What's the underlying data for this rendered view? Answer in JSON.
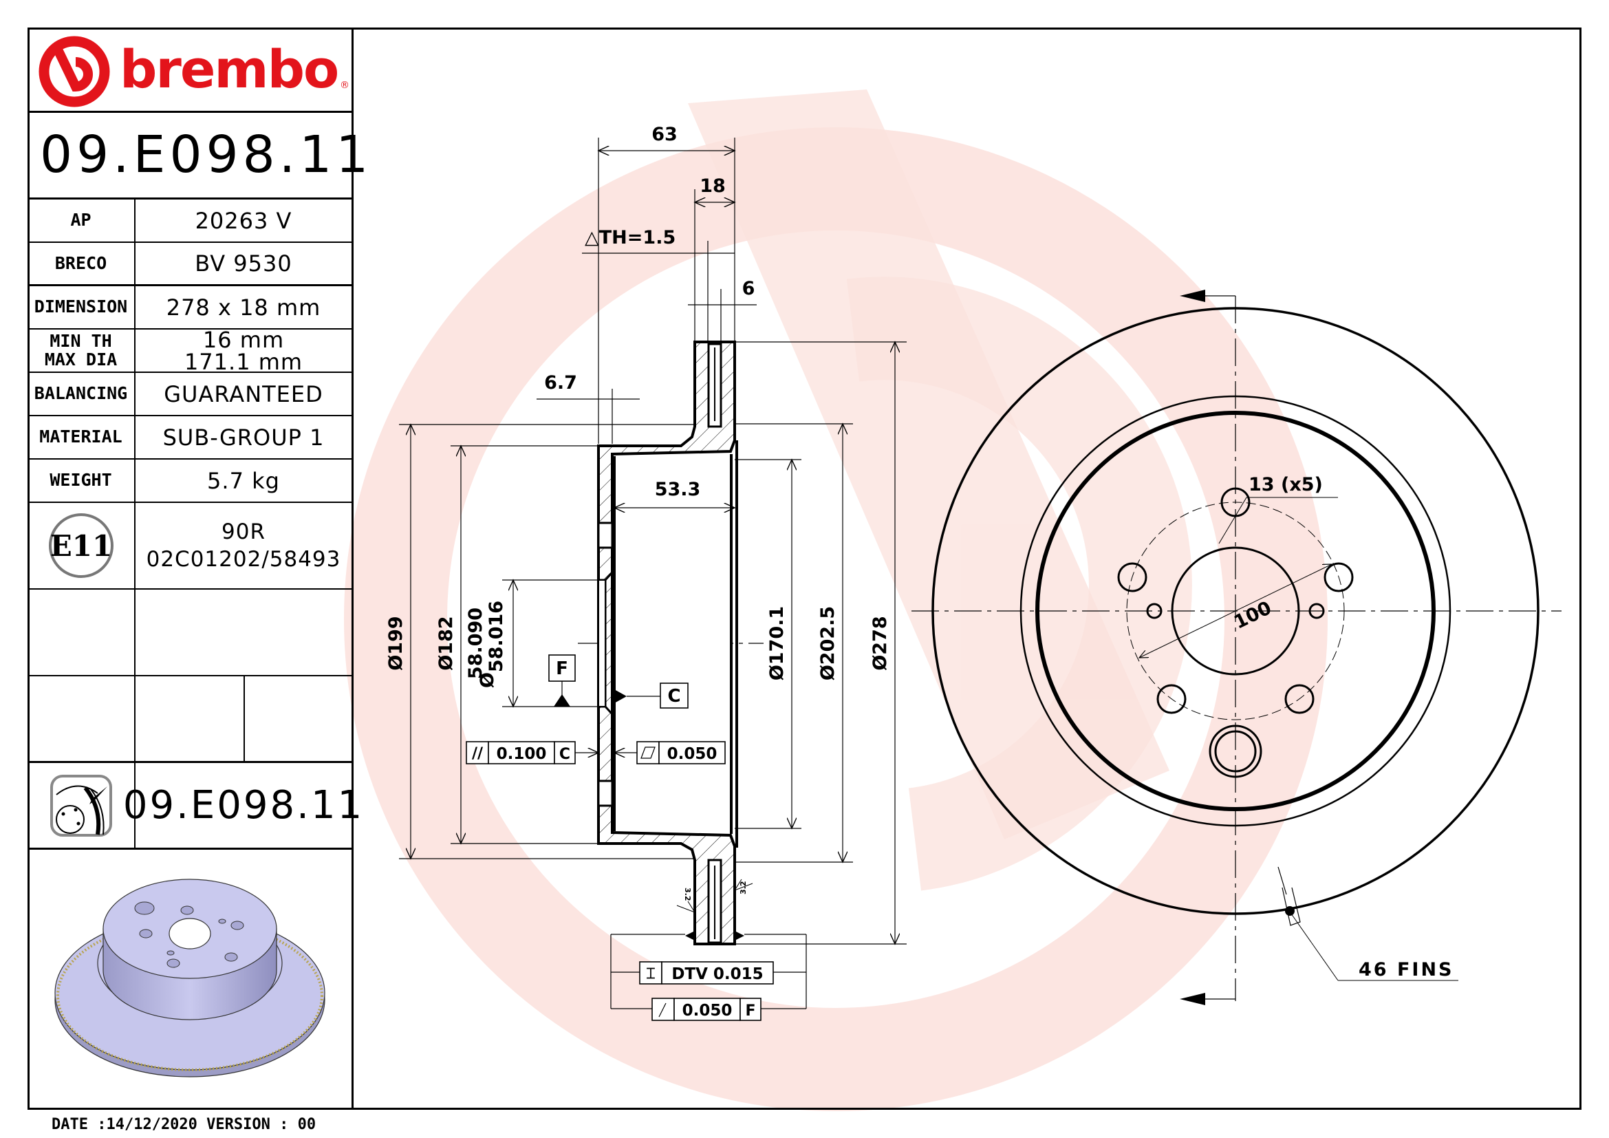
{
  "brand": {
    "name": "brembo",
    "registered_mark": "®",
    "color": "#e3141b"
  },
  "part_number": "09.E098.11",
  "specs": [
    {
      "label": "AP",
      "value": "20263 V"
    },
    {
      "label": "BRECO",
      "value": "BV 9530"
    },
    {
      "label": "DIMENSION",
      "value": "278 x 18 mm"
    },
    {
      "label": "MIN TH\nMAX DIA",
      "label_line1": "MIN TH",
      "label_line2": "MAX DIA",
      "value_line1": "16 mm",
      "value_line2": "171.1 mm"
    },
    {
      "label": "BALANCING",
      "value": "GUARANTEED"
    },
    {
      "label": "MATERIAL",
      "value": "SUB-GROUP 1"
    },
    {
      "label": "WEIGHT",
      "value": "5.7 kg"
    }
  ],
  "approval": {
    "mark": "E11",
    "line1": "90R",
    "line2": "02C01202/58493"
  },
  "footer_part_number": "09.E098.11",
  "footer": {
    "date_label": "DATE :",
    "date": "14/12/2020",
    "version_label": "VERSION :",
    "version": "00",
    "text": "DATE :14/12/2020 VERSION : 00"
  },
  "section_view": {
    "dims": {
      "overall_height": "63",
      "thickness": "18",
      "delta_th": "△TH=1.5",
      "vane_offset": "6",
      "hat_offset": "6.7",
      "hat_depth": "53.3",
      "d199": "Ø199",
      "d182": "Ø182",
      "bore_max": "58.090",
      "bore_min": "58.016",
      "d170": "Ø170.1",
      "d202": "Ø202.5",
      "d278": "Ø278",
      "roughness": "3.2"
    },
    "datums": {
      "f": "F",
      "c": "C"
    },
    "tolerances": {
      "parallelism": {
        "symbol": "//",
        "value": "0.100",
        "datum": "C"
      },
      "flatness": {
        "symbol": "▱",
        "value": "0.050"
      },
      "dtv": {
        "symbol": "⌶",
        "value": "DTV 0.015"
      },
      "runout": {
        "symbol": "↗",
        "value": "0.050",
        "datum": "F"
      }
    }
  },
  "front_view": {
    "bolt_holes": "13 (x5)",
    "pcd": "100",
    "fins": "46 FINS"
  },
  "watermark_color": "#fbe3df"
}
